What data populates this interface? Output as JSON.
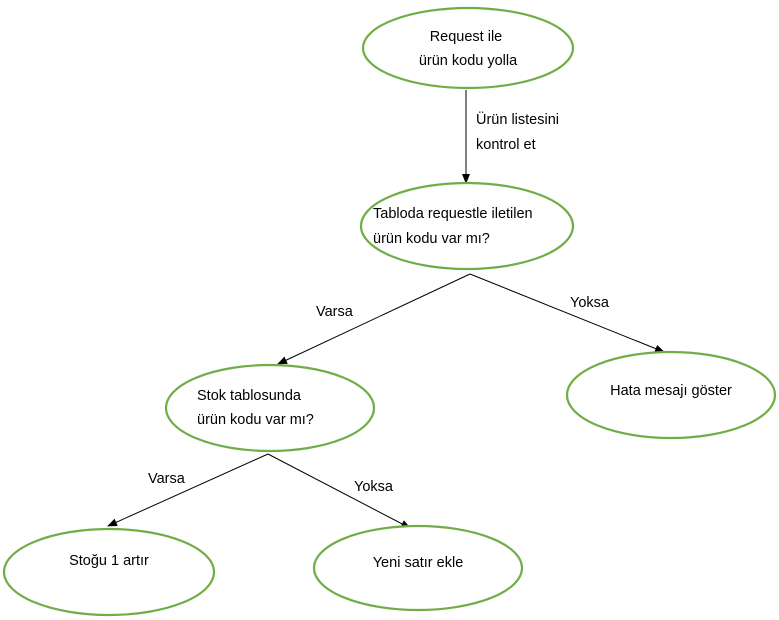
{
  "diagram": {
    "nodes": {
      "request": [
        "Request ile",
        "ürün kodu yolla"
      ],
      "check_table": [
        "Tabloda requestle iletilen",
        "ürün kodu var mı?"
      ],
      "check_stock": [
        "Stok tablosunda",
        "ürün kodu var mı?"
      ],
      "error": [
        "Hata mesajı göster"
      ],
      "increase": [
        "Stoğu 1 artır"
      ],
      "new_row": [
        "Yeni satır ekle"
      ]
    },
    "edges": {
      "request_to_check": [
        "Ürün listesini",
        "kontrol et"
      ],
      "check_yes": "Varsa",
      "check_no": "Yoksa",
      "stock_yes": "Varsa",
      "stock_no": "Yoksa"
    },
    "colors": {
      "node_border": "#70ad47",
      "line": "#000000",
      "background": "#ffffff"
    }
  }
}
